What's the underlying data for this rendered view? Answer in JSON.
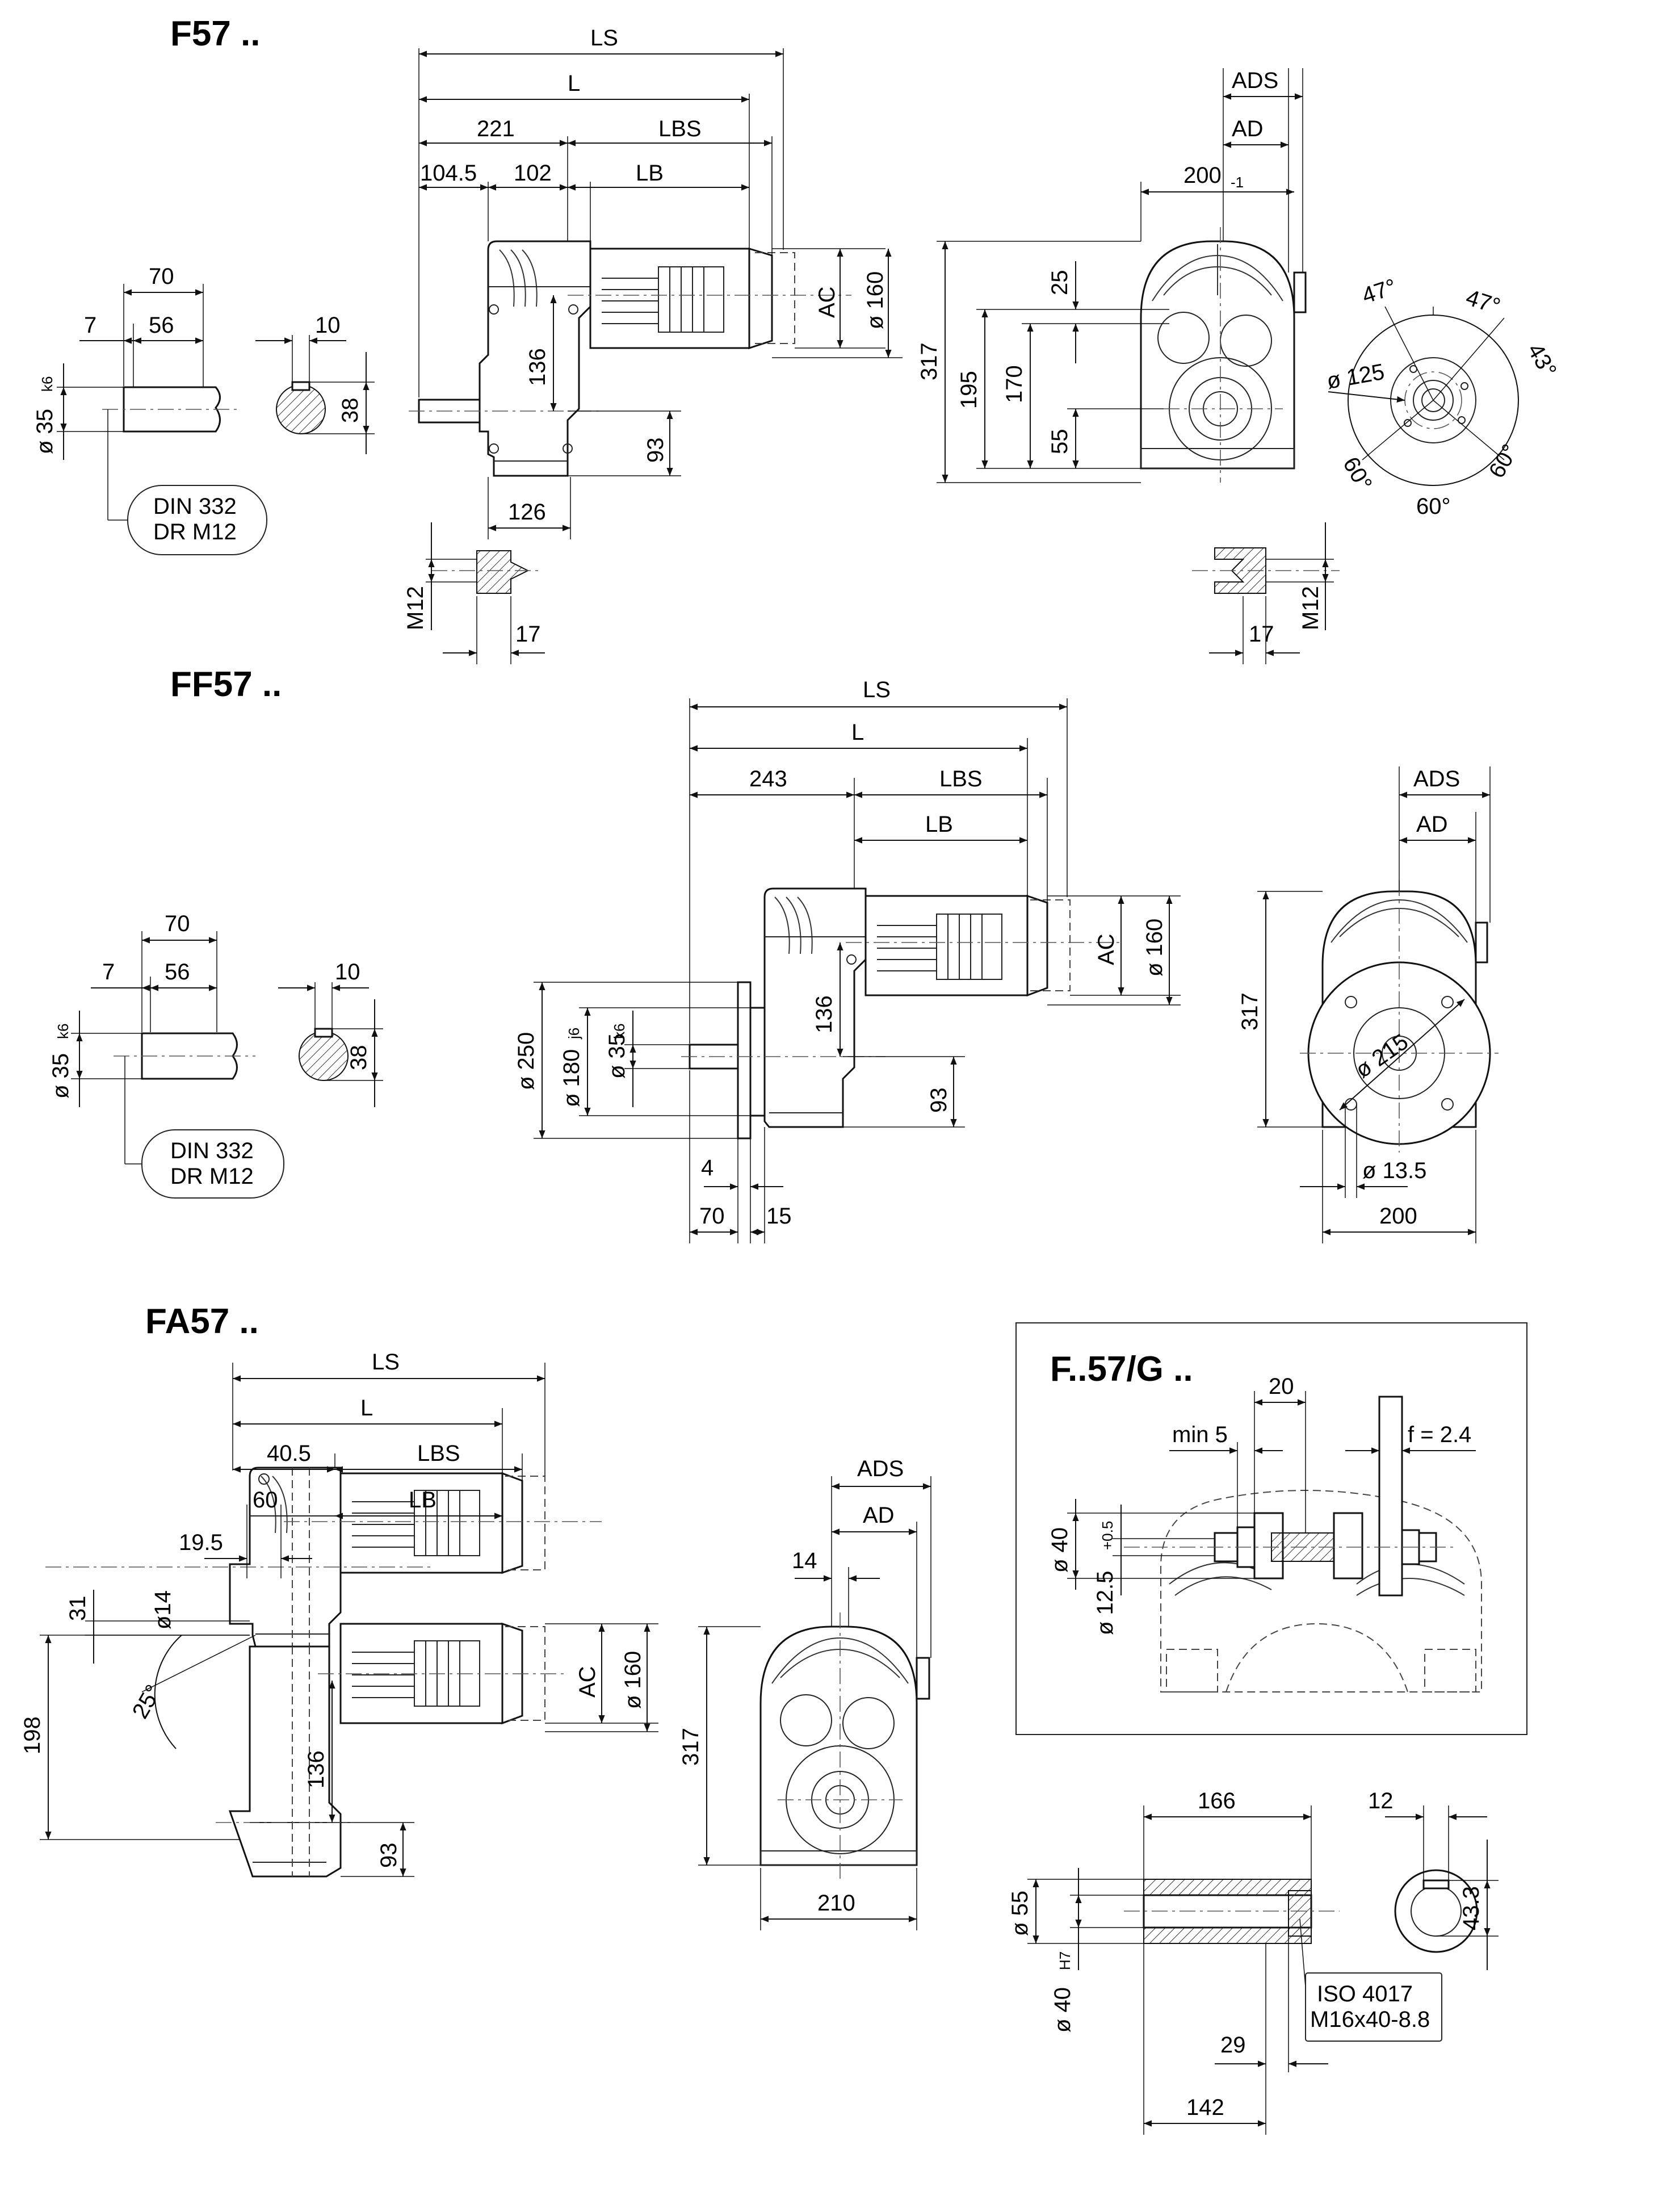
{
  "titles": {
    "f57": "F57 ..",
    "ff57": "FF57 ..",
    "fa57": "FA57 ..",
    "fg57": "F..57/G .."
  },
  "f57": {
    "top": {
      "ls": "LS",
      "l": "L",
      "d221": "221",
      "lbs": "LBS",
      "d1045": "104.5",
      "d102": "102",
      "lb": "LB"
    },
    "side": {
      "ac": "AC",
      "d160": "ø 160",
      "d136": "136",
      "d93": "93",
      "d126": "126"
    },
    "shaft": {
      "d70": "70",
      "d7": "7",
      "d56": "56",
      "d10": "10",
      "dia35": "ø 35",
      "k6": "k6",
      "d38": "38",
      "note1": "DIN 332",
      "note2": "DR M12"
    },
    "tap": {
      "m12": "M12",
      "d17": "17"
    },
    "front": {
      "ads": "ADS",
      "ad": "AD",
      "d200": "200",
      "tol": "-1",
      "d317": "317",
      "d195": "195",
      "d170": "170",
      "d25": "25",
      "d55": "55"
    },
    "flange": {
      "a47a": "47°",
      "a47b": "47°",
      "a43": "43°",
      "d125": "ø 125",
      "a60l": "60°",
      "a60b": "60°",
      "a60r": "60°"
    },
    "tap2": {
      "d17": "17",
      "m12": "M12"
    }
  },
  "ff57": {
    "top": {
      "ls": "LS",
      "l": "L",
      "d243": "243",
      "lbs": "LBS",
      "lb": "LB"
    },
    "side": {
      "ac": "AC",
      "d160": "ø 160",
      "d136": "136",
      "d93": "93",
      "d250": "ø 250",
      "d180": "ø 180",
      "j6": "j6",
      "d35": "ø 35",
      "k6": "k6",
      "d4": "4",
      "d70": "70",
      "d15": "15"
    },
    "shaft": {
      "d70": "70",
      "d7": "7",
      "d56": "56",
      "d10": "10",
      "dia35": "ø 35",
      "k6": "k6",
      "d38": "38",
      "note1": "DIN 332",
      "note2": "DR M12"
    },
    "front": {
      "ads": "ADS",
      "ad": "AD",
      "d317": "317",
      "d215": "ø 215",
      "d135": "ø 13.5",
      "d200": "200"
    }
  },
  "fa57": {
    "top": {
      "ls": "LS",
      "l": "L",
      "d405": "40.5",
      "lbs": "LBS",
      "d60": "60",
      "lb": "LB",
      "d195": "19.5",
      "d31": "31",
      "d14": "ø14",
      "a25": "25°",
      "d198": "198"
    },
    "side": {
      "ac": "AC",
      "d160": "ø 160",
      "d136": "136",
      "d93": "93"
    },
    "front": {
      "ads": "ADS",
      "ad": "AD",
      "d14": "14",
      "d317": "317",
      "d210": "210"
    }
  },
  "fg57": {
    "detail": {
      "d20": "20",
      "min5": "min 5",
      "f": "f = 2.4",
      "d40": "ø 40",
      "d125": "ø 12.5",
      "tol": "+0.5"
    },
    "shaft": {
      "d166": "166",
      "d12": "12",
      "d433": "43.3",
      "d55": "ø 55",
      "d40": "ø 40",
      "h7": "H7",
      "iso1": "ISO 4017",
      "iso2": "M16x40-8.8",
      "d29": "29",
      "d142": "142"
    }
  }
}
